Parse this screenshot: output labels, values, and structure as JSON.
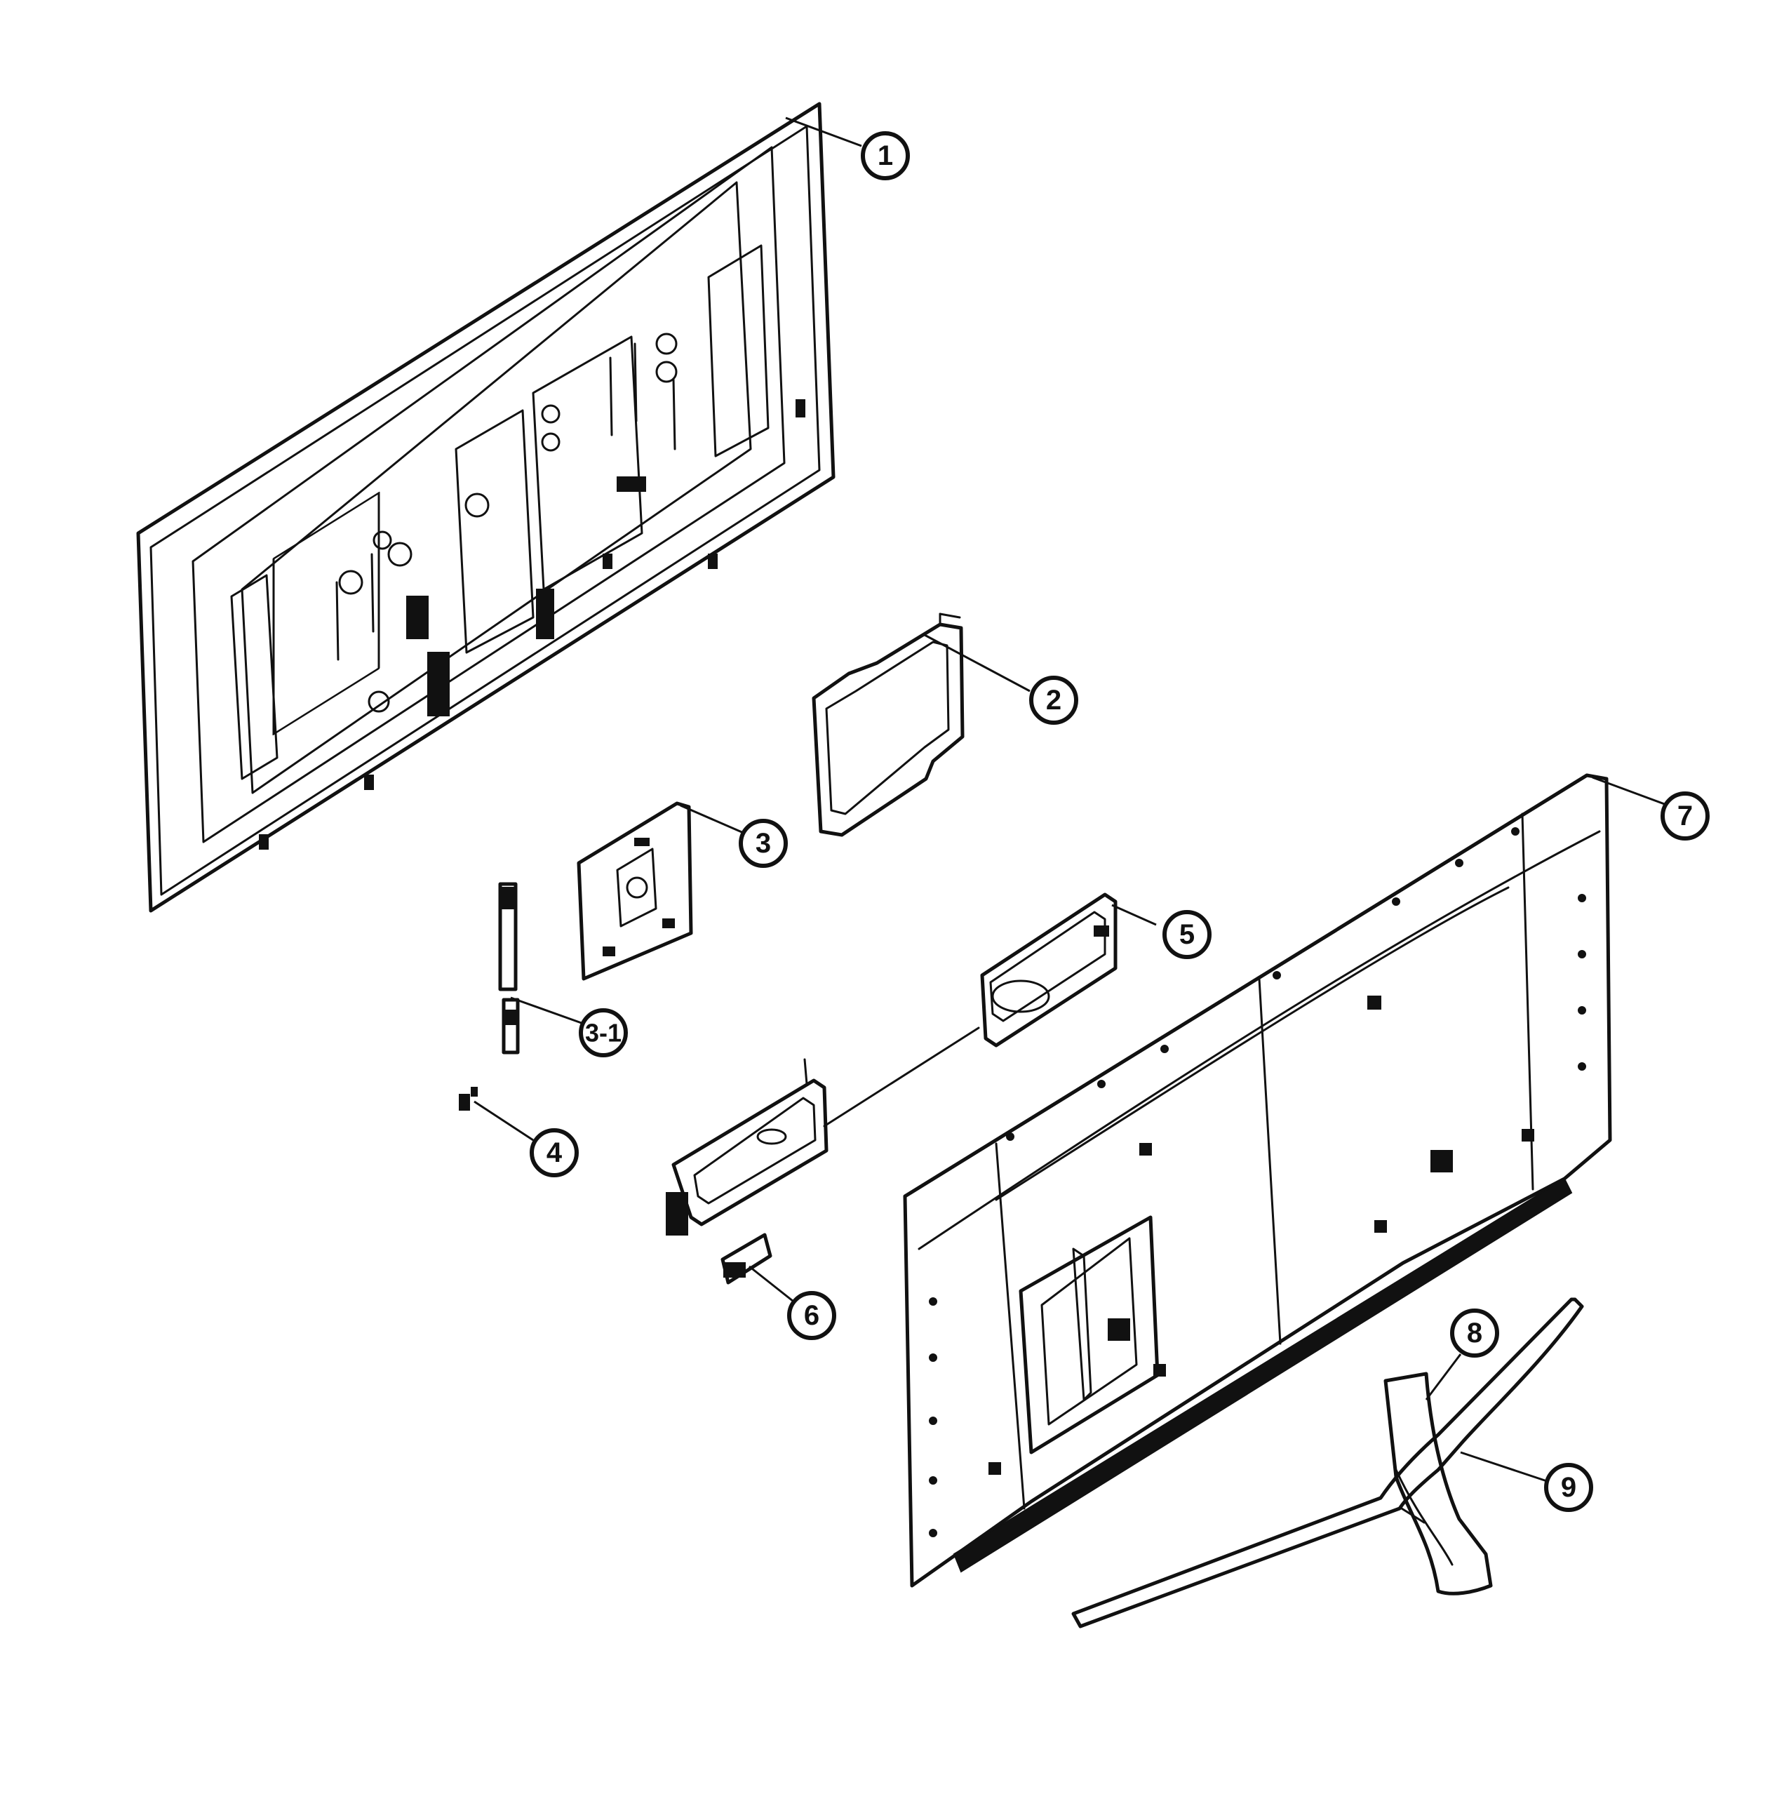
{
  "callouts": [
    {
      "id": "1",
      "label": "1"
    },
    {
      "id": "2",
      "label": "2"
    },
    {
      "id": "3",
      "label": "3"
    },
    {
      "id": "3-1",
      "label": "3-1"
    },
    {
      "id": "4",
      "label": "4"
    },
    {
      "id": "5",
      "label": "5"
    },
    {
      "id": "6",
      "label": "6"
    },
    {
      "id": "7",
      "label": "7"
    },
    {
      "id": "8",
      "label": "8"
    },
    {
      "id": "9",
      "label": "9"
    }
  ],
  "colors": {
    "line": "#111111",
    "background": "#ffffff"
  }
}
